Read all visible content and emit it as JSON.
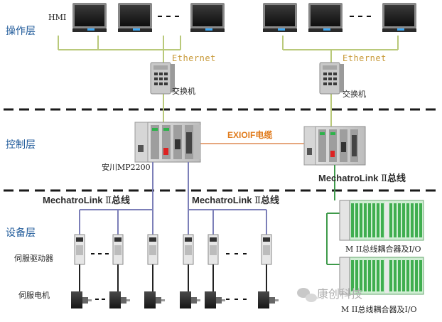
{
  "layers": {
    "operation": "操作层",
    "control": "控制层",
    "device": "设备层"
  },
  "labels": {
    "hmi": "HMI",
    "ethernet": "Ethernet",
    "switch": "交换机",
    "exioif": "EXIOIF电缆",
    "controller": "安川MP2200",
    "servo_drive": "伺服驱动器",
    "servo_motor": "伺服电机",
    "io_module": "M II总线耦合器及I/O",
    "watermark": "康创科技"
  },
  "bus": {
    "name": "MechatroLink",
    "roman": "Ⅱ",
    "suffix": "总线"
  },
  "colors": {
    "layer_text": "#1f5a9a",
    "ethernet_line": "#b9c97a",
    "ethernet_text": "#c89a3a",
    "exioif_line": "#e6a77e",
    "exioif_text": "#e07b1c",
    "bus_line": "#7c7fb8",
    "io_line": "#3e9a4a",
    "divider": "#1a1a1a"
  }
}
